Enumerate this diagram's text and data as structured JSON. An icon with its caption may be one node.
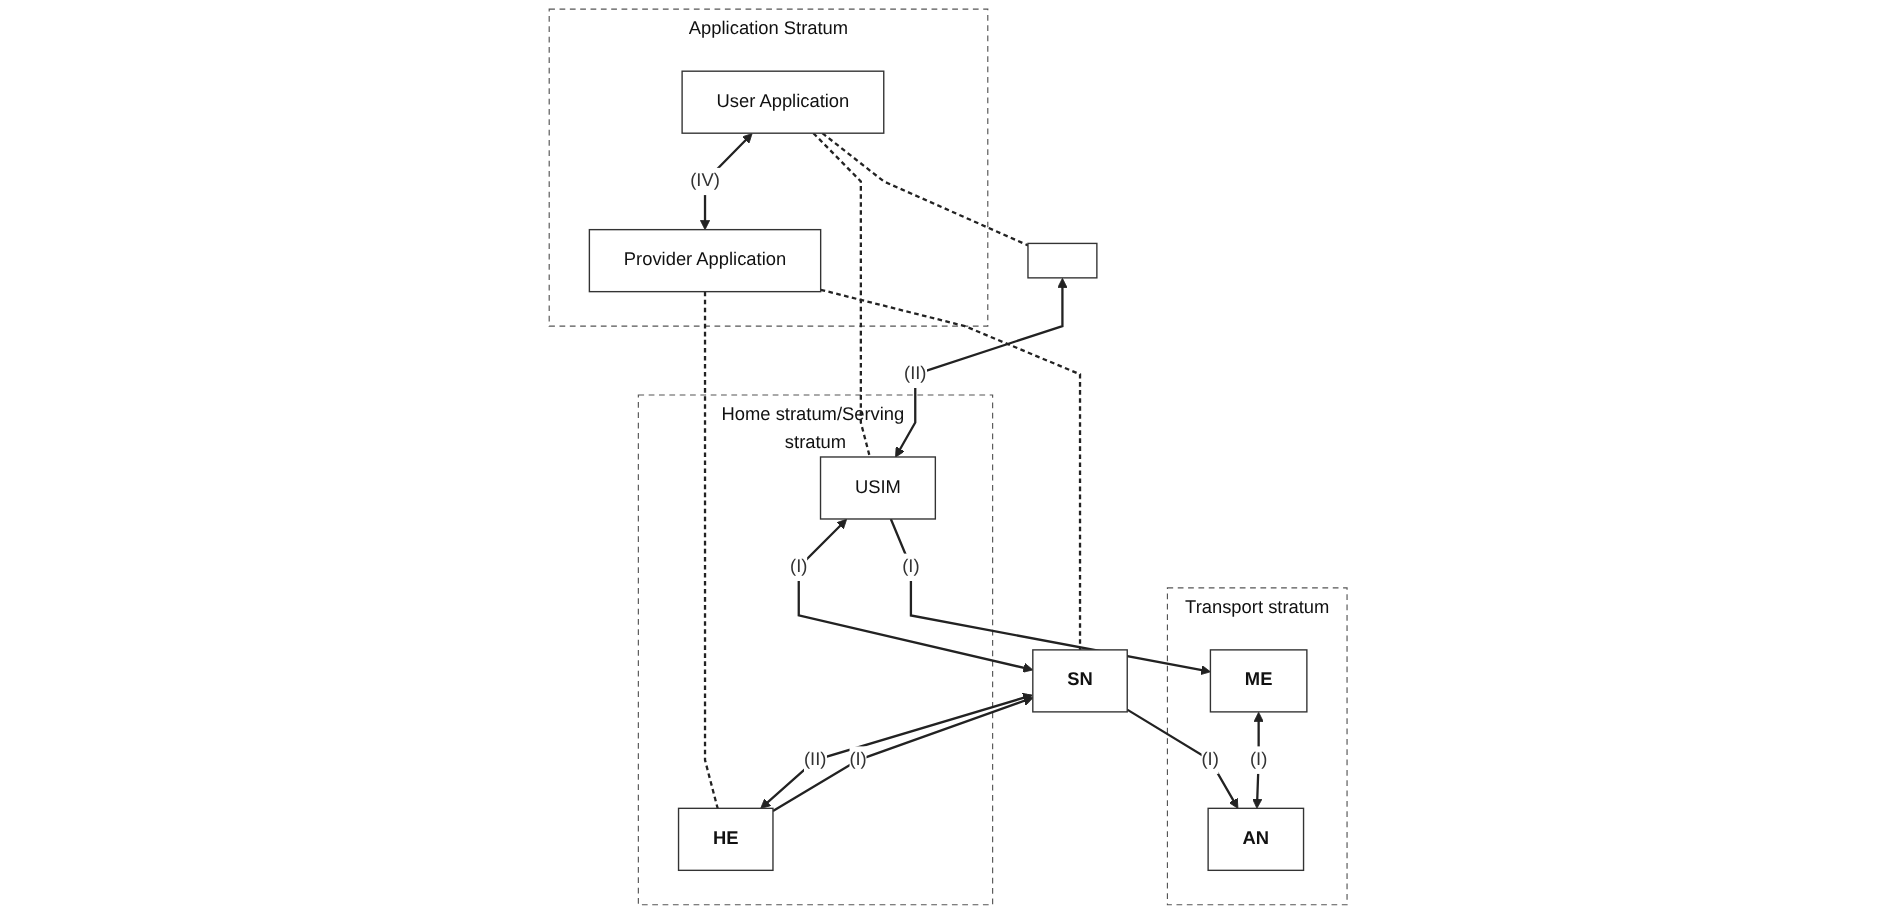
{
  "diagram": {
    "nodes": [
      {
        "text": [
          "Application Stratum"
        ]
      },
      {
        "text": [
          "User Application"
        ],
        "in": 0
      },
      {
        "text": [
          "Provider Application"
        ],
        "in": 0
      },
      {
        "text": [
          "Home stratum/Serving stratum"
        ]
      },
      {
        "text": [],
        "shape": "box"
      },
      {
        "text": [
          "USIM"
        ],
        "in": 3
      },
      {
        "text": [
          "SN"
        ]
      },
      {
        "text": [
          "HE"
        ],
        "in": 3
      },
      {
        "text": [
          "Transport stratum"
        ]
      },
      {
        "text": [
          "ME"
        ],
        "in": 8
      },
      {
        "text": [
          "AN"
        ],
        "in": 8
      }
    ],
    "edges": [
      {
        "from": 1,
        "to": 2,
        "arrow": "both",
        "label": "(IV)"
      },
      {
        "from": 1,
        "to": 4,
        "arrow": "none",
        "style": "dashed"
      },
      {
        "from": 1,
        "to": 5,
        "arrow": "none",
        "style": "dashed"
      },
      {
        "from": 2,
        "to": 6,
        "arrow": "none",
        "style": "dashed"
      },
      {
        "from": 2,
        "to": 7,
        "arrow": "none",
        "style": "dashed"
      },
      {
        "from": 4,
        "to": 5,
        "arrow": "both",
        "label": "(II)"
      },
      {
        "from": 5,
        "to": 6,
        "arrow": "both",
        "label": "(I)"
      },
      {
        "from": 7,
        "to": 6,
        "arrow": "to",
        "label": "(I)"
      },
      {
        "from": 6,
        "to": 7,
        "arrow": "both",
        "label": "(II)"
      },
      {
        "from": 5,
        "to": 9,
        "arrow": "to",
        "label": "(I)"
      },
      {
        "from": 6,
        "to": 10,
        "arrow": "to",
        "label": "(I)"
      },
      {
        "from": 9,
        "to": 10,
        "arrow": "both",
        "label": "(I)"
      }
    ]
  }
}
